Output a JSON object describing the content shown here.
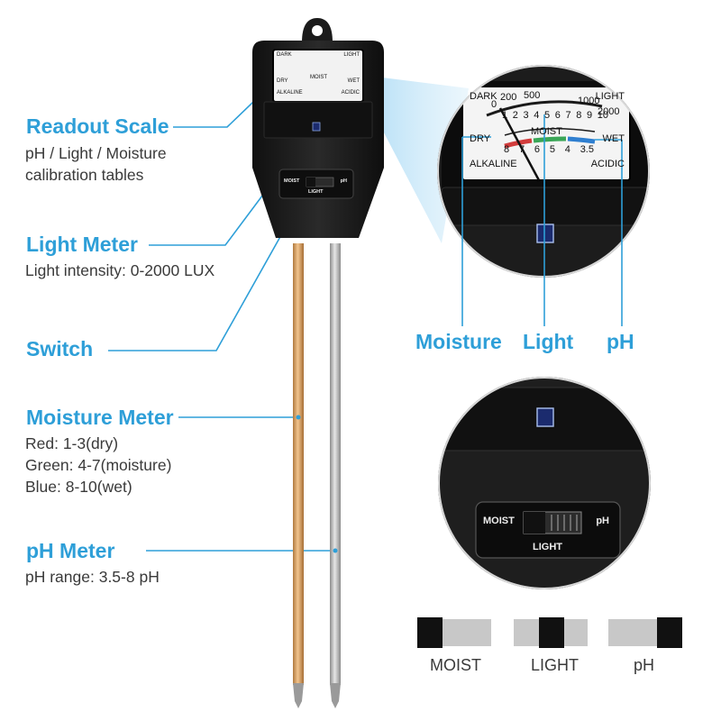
{
  "left_labels": [
    {
      "heading": "Readout Scale",
      "lines": [
        "pH / Light / Moisture",
        "calibration tables"
      ]
    },
    {
      "heading": "Light Meter",
      "lines": [
        "Light intensity: 0-2000 LUX"
      ]
    },
    {
      "heading": "Switch",
      "lines": []
    },
    {
      "heading": "Moisture Meter",
      "lines": [
        "Red: 1-3(dry)",
        "Green: 4-7(moisture)",
        "Blue: 8-10(wet)"
      ]
    },
    {
      "heading": "pH Meter",
      "lines": [
        "pH range: 3.5-8 pH"
      ]
    }
  ],
  "dial": {
    "light_top": [
      "DARK",
      "LIGHT"
    ],
    "light_ticks": [
      "0",
      "200",
      "500",
      "1000",
      "2000"
    ],
    "moist_ticks": [
      "1",
      "2",
      "3",
      "4",
      "5",
      "6",
      "7",
      "8",
      "9",
      "10"
    ],
    "moist_label": "MOIST",
    "dry_label": "DRY",
    "wet_label": "WET",
    "ph_ticks": [
      "8",
      "7",
      "6",
      "5",
      "4",
      "3.5"
    ],
    "alkaline_label": "ALKALINE",
    "acidic_label": "ACIDIC"
  },
  "switch_plate": {
    "left": "MOIST",
    "right": "pH",
    "bottom": "LIGHT"
  },
  "zoom_callouts": [
    "Moisture",
    "Light",
    "pH"
  ],
  "switch_positions": [
    "MOIST",
    "LIGHT",
    "pH"
  ],
  "colors": {
    "accent": "#2e9fd8",
    "dry": "#d23c3c",
    "moist": "#3aa657",
    "wet": "#2f7fd0",
    "body": "#1c1c1c"
  }
}
